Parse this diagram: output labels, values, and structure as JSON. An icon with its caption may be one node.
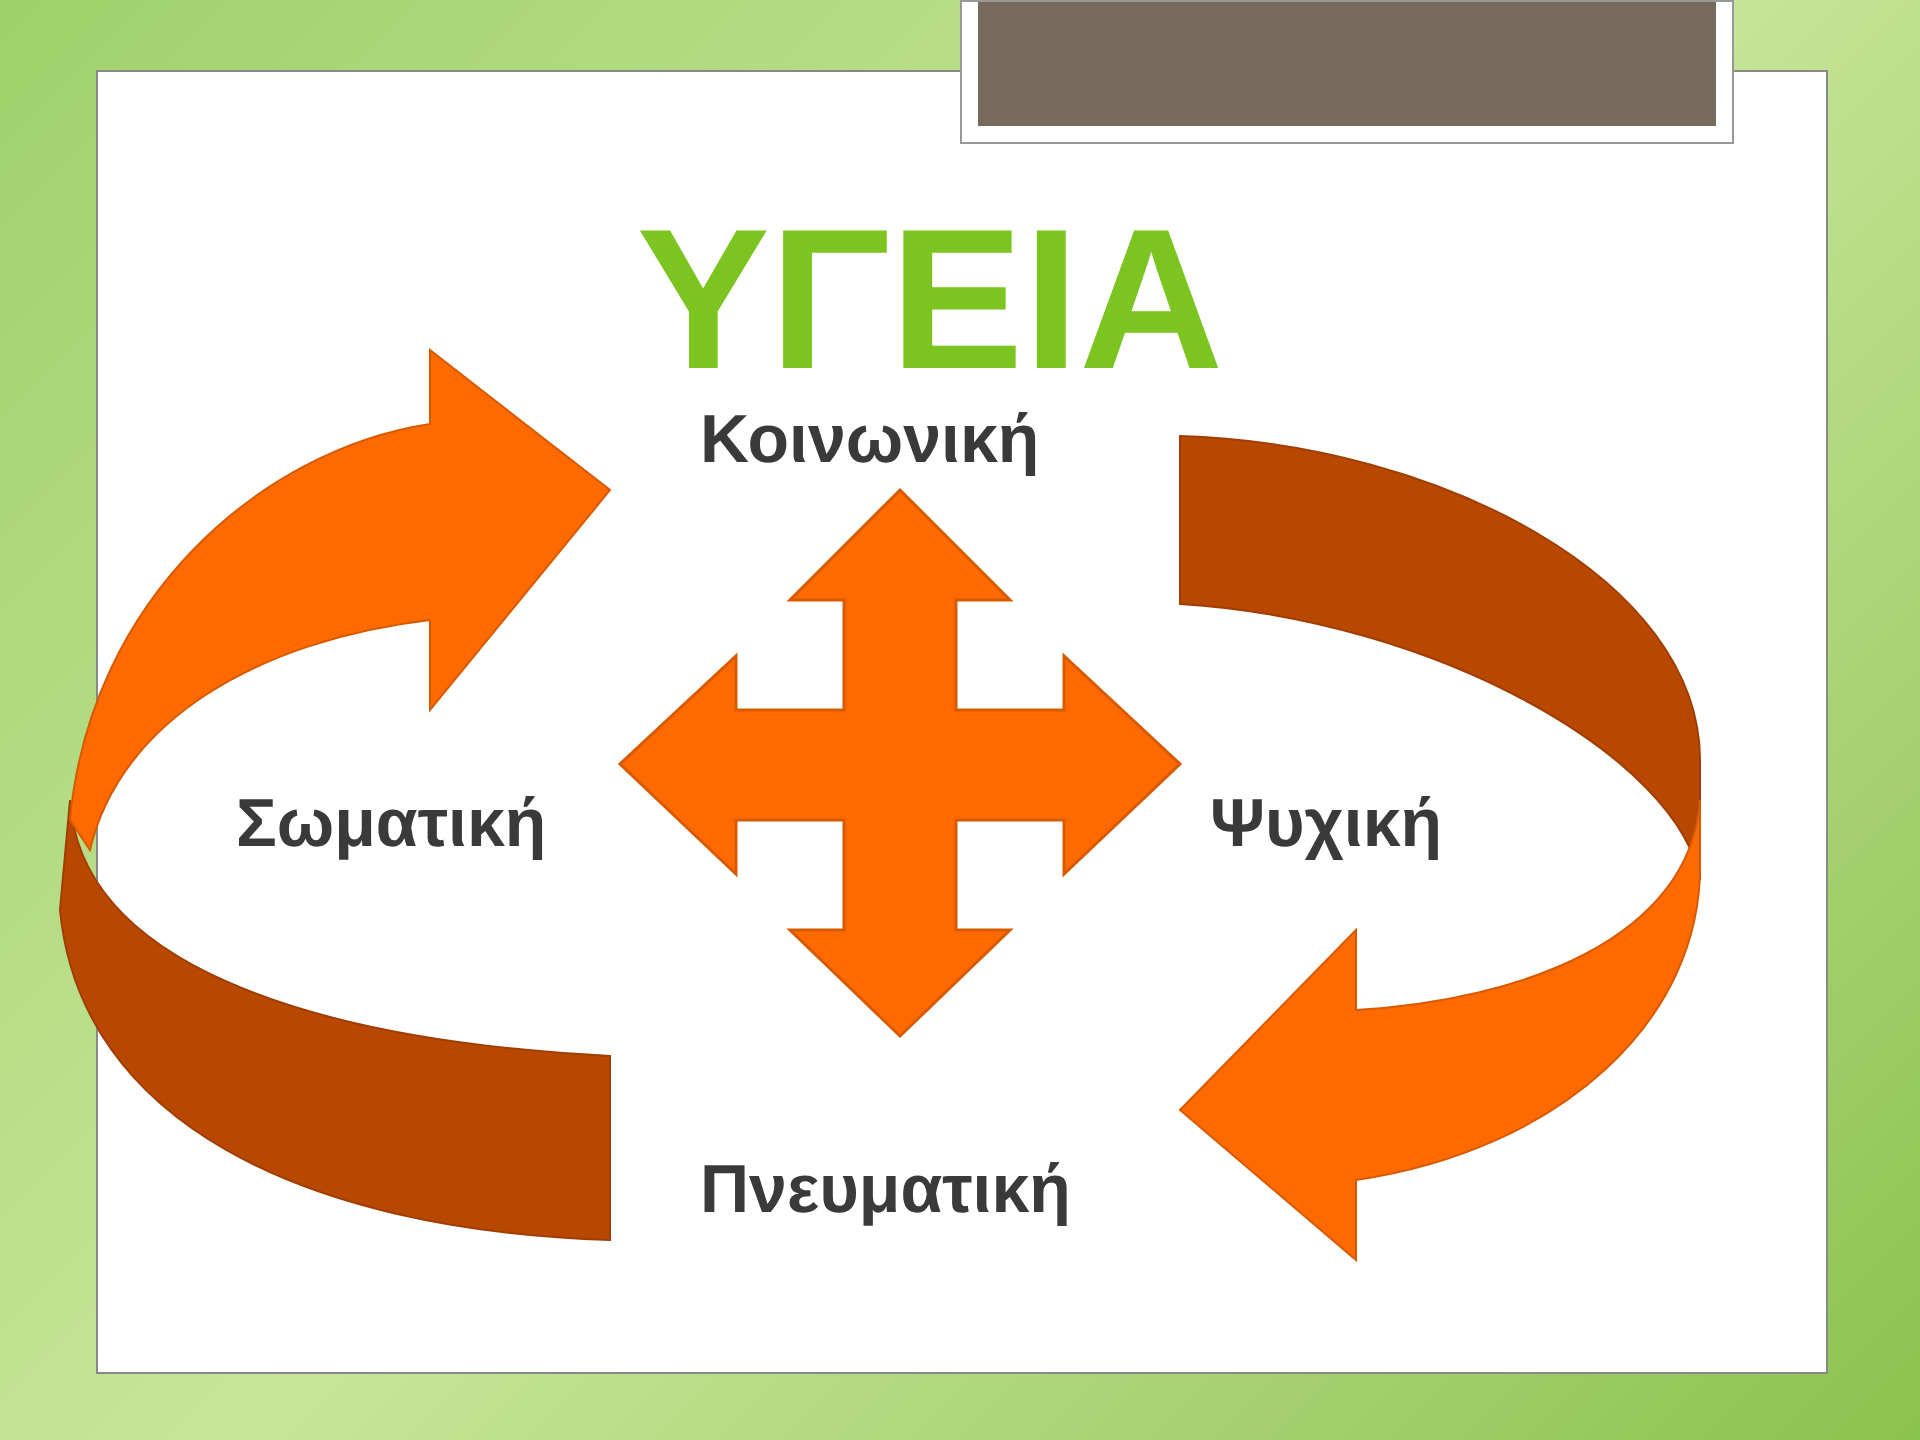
{
  "diagram": {
    "title": "ΥΓΕΙΑ",
    "labels": [
      "Κοινωνική",
      "Σωματική",
      "Ψυχική",
      "Πνευματική"
    ]
  }
}
